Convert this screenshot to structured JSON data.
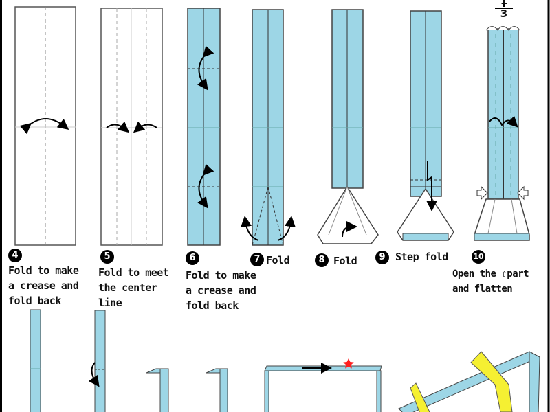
{
  "colors": {
    "paper_blue": "#9dd6e6",
    "paper_white": "#ffffff",
    "outline": "#333333",
    "accent_yellow": "#f5f032",
    "star": "#ff2020"
  },
  "fraction": {
    "numerator": "1",
    "denominator": "3"
  },
  "steps": [
    {
      "number": "4",
      "text": "Fold to make\na crease and\nfold back"
    },
    {
      "number": "5",
      "text": "Fold to meet\nthe center\nline"
    },
    {
      "number": "6",
      "text": "Fold to make\na crease and\nfold back"
    },
    {
      "number": "7",
      "text": "Fold"
    },
    {
      "number": "8",
      "text": "Fold"
    },
    {
      "number": "9",
      "text": "Step fold"
    },
    {
      "number": "10",
      "text": "Open the ⇧part\nand flatten"
    }
  ]
}
